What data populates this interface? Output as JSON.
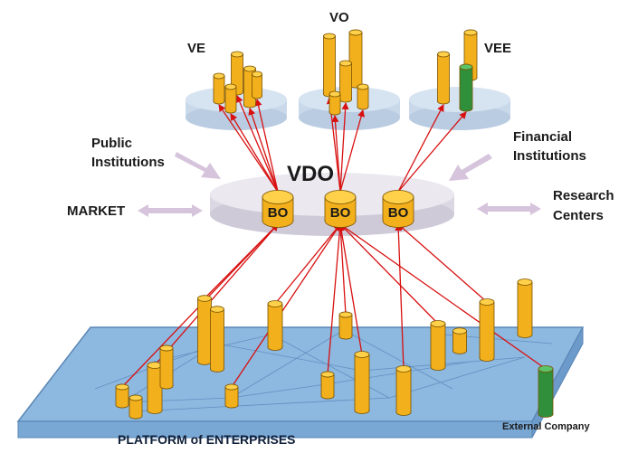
{
  "labels": {
    "ve": "VE",
    "vo": "VO",
    "vee": "VEE",
    "vdo": "VDO",
    "bo": "BO",
    "public_line1": "Public",
    "public_line2": "Institutions",
    "financial_line1": "Financial",
    "financial_line2": "Institutions",
    "market": "MARKET",
    "research_line1": "Research",
    "research_line2": "Centers",
    "platform": "PLATFORM of ENTERPRISES",
    "external": "External Company"
  },
  "colors": {
    "cylinder_fill": "#f2b01c",
    "cylinder_top": "#ffd04a",
    "cylinder_stroke": "#7a5300",
    "external_fill": "#2f8f3a",
    "external_top": "#5cc468",
    "link": "#d81010",
    "disk": "#d6e3f1",
    "vdo_disk": "#e4e1ea",
    "platform": "#8db8df",
    "platform_edge": "#5a86b5",
    "arrow": "#d6c4dc"
  }
}
